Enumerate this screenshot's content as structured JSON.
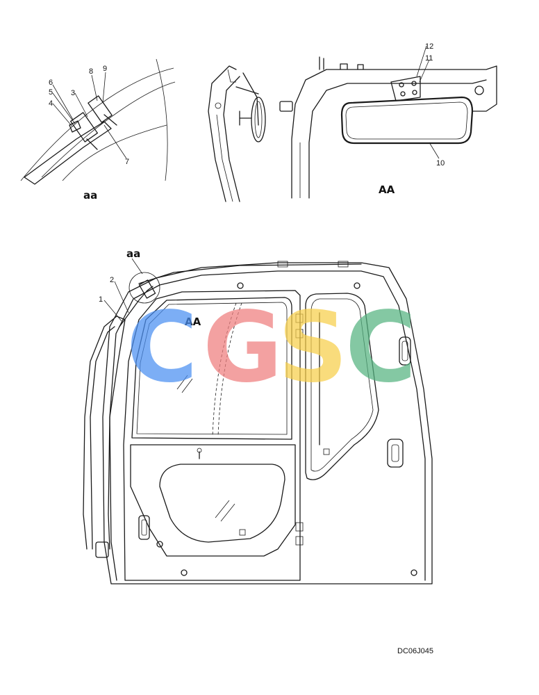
{
  "detail_views": {
    "aa_label": "aa",
    "AA_label": "AA"
  },
  "part_numbers": {
    "p1": "1",
    "p2": "2",
    "p3": "3",
    "p4": "4",
    "p5": "5",
    "p6": "6",
    "p7": "7",
    "p8": "8",
    "p9": "9",
    "p10": "10",
    "p11": "11",
    "p12": "12"
  },
  "main_view": {
    "aa_callout": "aa",
    "AA_callout": "AA"
  },
  "watermark": {
    "letters": [
      "C",
      "G",
      "S",
      "C"
    ],
    "colors": [
      "#4a8ff2",
      "#ef7d7d",
      "#f7cf4a",
      "#55b481"
    ]
  },
  "drawing_code": "DC06J045"
}
